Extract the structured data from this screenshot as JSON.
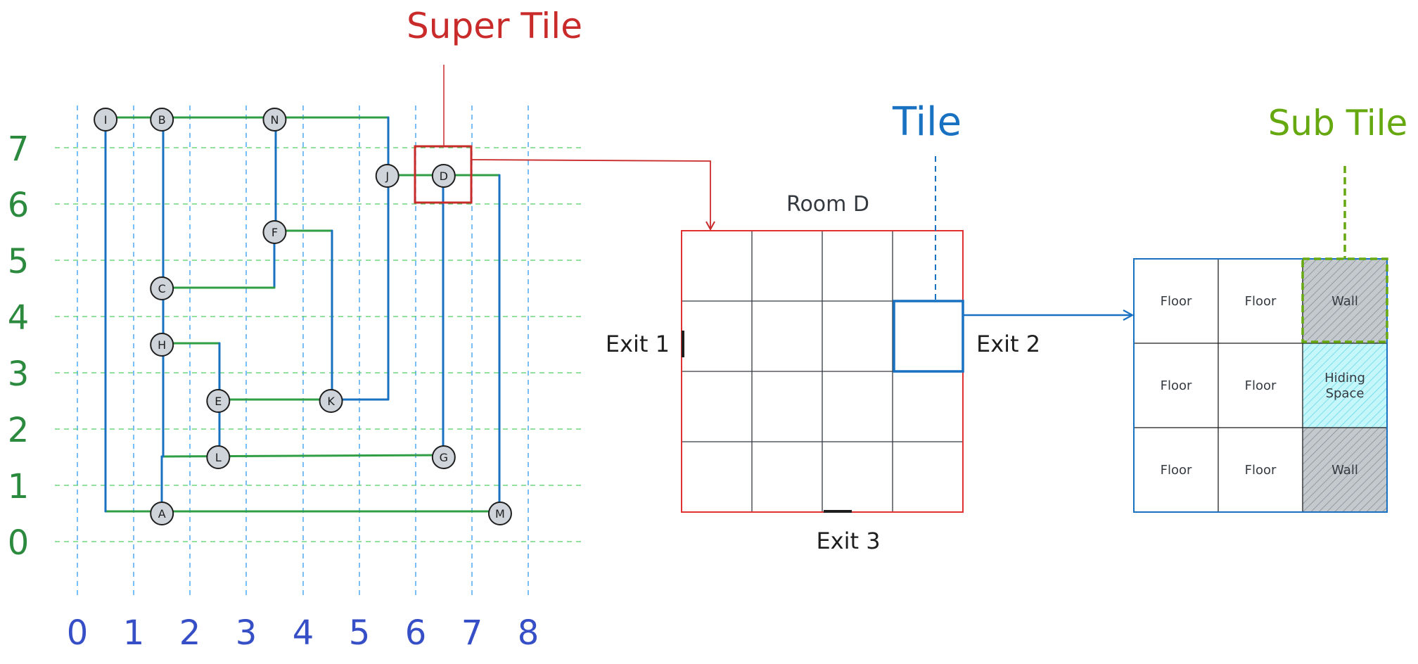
{
  "titles": {
    "super_tile": "Super Tile",
    "tile": "Tile",
    "sub_tile": "Sub Tile",
    "room": "Room D"
  },
  "colors": {
    "red": "#c92a2a",
    "blue": "#1971c2",
    "green": "#2f9e44",
    "dark_green": "#2b8a3e",
    "axis_blue": "#3b4cc0",
    "olive": "#66a80f",
    "node_fill": "#ced4da",
    "wall_fill": "#adb5bd",
    "hiding_fill": "#99e9f2",
    "ink": "#1e1e1e"
  },
  "grid": {
    "x_labels": [
      "0",
      "1",
      "2",
      "3",
      "4",
      "5",
      "6",
      "7",
      "8"
    ],
    "y_labels": [
      "7",
      "6",
      "5",
      "4",
      "3",
      "2",
      "1",
      "0"
    ]
  },
  "nodes": [
    {
      "id": "I",
      "x": 0.5,
      "y": 7.5
    },
    {
      "id": "B",
      "x": 1.5,
      "y": 7.5
    },
    {
      "id": "N",
      "x": 3.5,
      "y": 7.5
    },
    {
      "id": "J",
      "x": 5.5,
      "y": 6.5
    },
    {
      "id": "D",
      "x": 6.5,
      "y": 6.5
    },
    {
      "id": "F",
      "x": 3.5,
      "y": 5.5
    },
    {
      "id": "C",
      "x": 1.5,
      "y": 4.5
    },
    {
      "id": "H",
      "x": 1.5,
      "y": 3.5
    },
    {
      "id": "E",
      "x": 2.5,
      "y": 2.5
    },
    {
      "id": "K",
      "x": 4.5,
      "y": 2.5
    },
    {
      "id": "L",
      "x": 2.5,
      "y": 1.5
    },
    {
      "id": "G",
      "x": 6.5,
      "y": 1.5
    },
    {
      "id": "A",
      "x": 1.5,
      "y": 0.5
    },
    {
      "id": "M",
      "x": 7.5,
      "y": 0.5
    }
  ],
  "room": {
    "exits": [
      "Exit 1",
      "Exit 2",
      "Exit 3"
    ]
  },
  "subtiles": [
    [
      "Floor",
      "Floor",
      "Wall"
    ],
    [
      "Floor",
      "Floor",
      "Hiding Space"
    ],
    [
      "Floor",
      "Floor",
      "Wall"
    ]
  ]
}
